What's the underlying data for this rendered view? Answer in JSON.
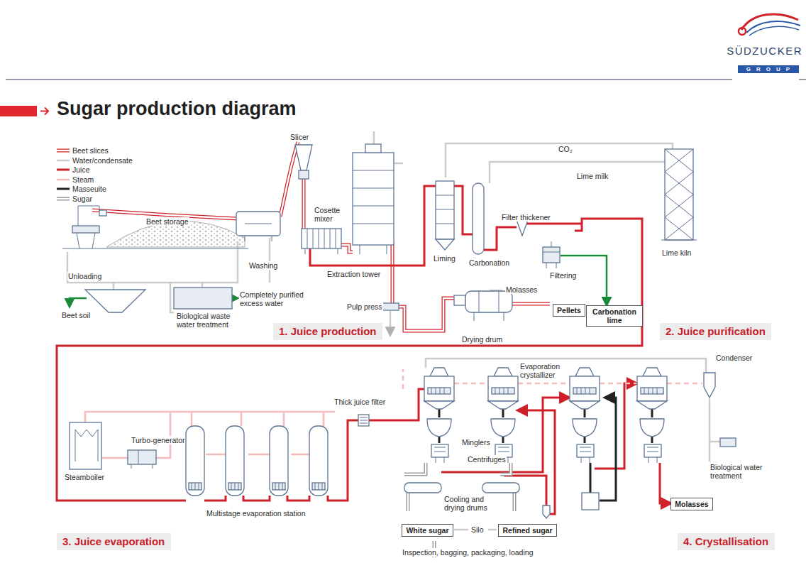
{
  "diagram": {
    "title": "Sugar production diagram",
    "nodes": [
      {
        "text": [
          "1. Juice production"
        ]
      },
      {
        "text": [
          "Pellets"
        ]
      },
      {
        "text": [
          "Carbonation lime"
        ]
      },
      {
        "text": [
          "2. Juice purification"
        ]
      },
      {
        "text": [
          "White sugar"
        ]
      },
      {
        "text": [
          "Refined sugar"
        ]
      },
      {
        "text": [
          "Molasses"
        ]
      },
      {
        "text": [
          "3. Juice evaporation"
        ]
      },
      {
        "text": [
          "4. Crystallisation"
        ]
      }
    ],
    "labels": [
      "SÜDZUCKER",
      "GROUP",
      "Slicer",
      "CO₂",
      "Lime milk",
      "Beet storage",
      "Cosette mixer",
      "Filter thickener",
      "Washing",
      "Liming",
      "Carbonation",
      "Filtering",
      "Lime kiln",
      "Extraction tower",
      "Unloading",
      "Molasses",
      "Completely purified excess water",
      "Pulp press",
      "Beet soil",
      "Biological waste water treatment",
      "Drying drum",
      "Condenser",
      "Evaporation crystallizer",
      "Thick juice filter",
      "Turbo-generator",
      "Minglers",
      "Centrifuges",
      "Biological water treatment",
      "Steamboiler",
      "Cooling and drying drums",
      "Multistage evaporation station",
      "Silo",
      "Inspection, bagging, packaging, loading"
    ],
    "legend": [
      {
        "text": "Beet slices"
      },
      {
        "text": "Water/condensate"
      },
      {
        "text": "Juice"
      },
      {
        "text": "Steam"
      },
      {
        "text": "Masseuite"
      },
      {
        "text": "Sugar"
      }
    ]
  }
}
